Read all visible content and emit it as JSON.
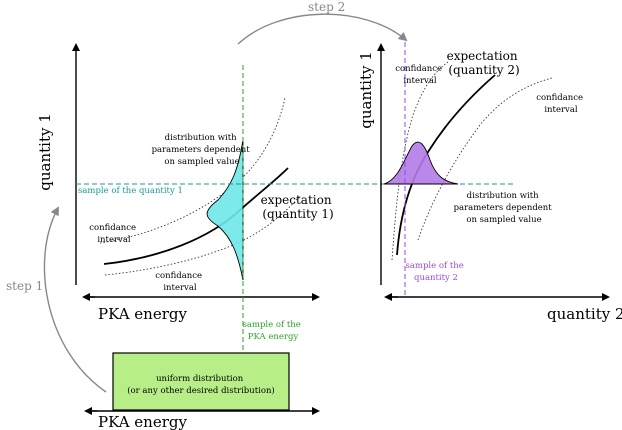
{
  "colors": {
    "axis": "#000000",
    "curve": "#000000",
    "confidence": "#222222",
    "teal": "#1a9a9a",
    "teal_fill": "#6ee8e8",
    "green": "#2aa52a",
    "uniform_fill": "#b8ee88",
    "purple": "#9a4adf",
    "purple_fill": "#b37be6",
    "step_arrow": "#888888"
  },
  "labels": {
    "step1": "step 1",
    "step2": "step 2",
    "left_y_axis": "quantity 1",
    "left_x_axis": "PKA energy",
    "right_y_axis": "quantity 1",
    "right_x_axis": "quantity 2",
    "bottom_x_axis": "PKA energy",
    "left_distribution": [
      "distribution with",
      "parameters dependent",
      "on sampled value"
    ],
    "left_sample_q1": "sample of the quantity 1",
    "left_expectation": [
      "expectation",
      "(quantity 1)"
    ],
    "left_conf_upper": [
      "confidance",
      "interval"
    ],
    "left_conf_lower": [
      "confidance",
      "interval"
    ],
    "sample_pka": [
      "sample of the",
      "PKA energy"
    ],
    "uniform": [
      "uniform distribution",
      "(or any other desired distribution)"
    ],
    "right_conf_upper": [
      "confidance",
      "interval"
    ],
    "right_expectation": [
      "expectation",
      "(quantity 2)"
    ],
    "right_conf_right": [
      "confidance",
      "interval"
    ],
    "right_distribution": [
      "distribution with",
      "parameters dependent",
      "on sampled value"
    ],
    "sample_q2": [
      "sample of the",
      "quantity 2"
    ]
  }
}
